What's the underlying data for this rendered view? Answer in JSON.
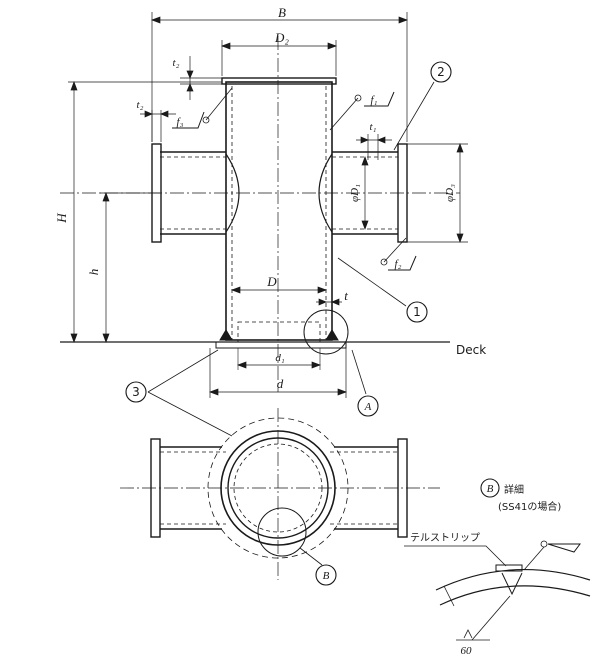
{
  "dimensions": {
    "B": "B",
    "D2": "D₂",
    "t2_top": "t₂",
    "t2_left": "t₂",
    "t1": "t₁",
    "H": "H",
    "h": "h",
    "D1": "φD₁",
    "D3": "φD₃",
    "D": "D",
    "t": "t",
    "d1": "d₁",
    "d": "d",
    "angle": "60"
  },
  "finish_marks": {
    "f1": "f₁",
    "f2": "f₂",
    "f3": "f₃"
  },
  "part_numbers": {
    "p1": "1",
    "p2": "2",
    "p3": "3"
  },
  "detail_refs": {
    "A": "A",
    "B": "B"
  },
  "deck_label": "Deck",
  "detail_b": {
    "title": "詳細",
    "subtitle": "(SS41の場合)",
    "tel_strip": "テルストリップ"
  }
}
